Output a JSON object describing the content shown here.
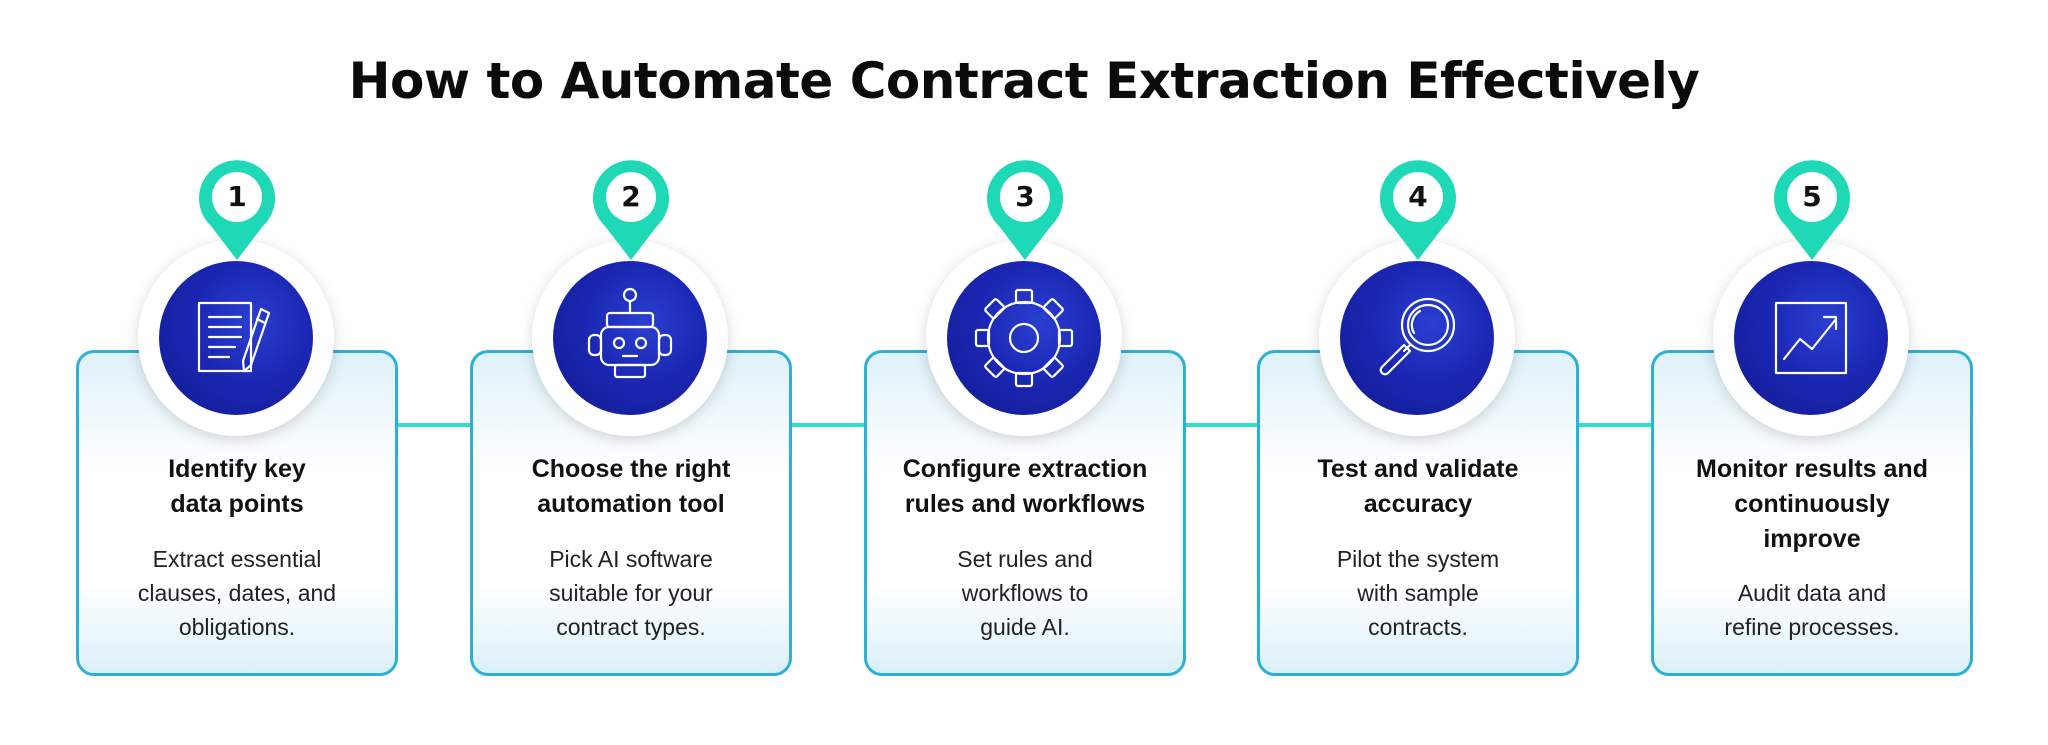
{
  "title": "How to Automate Contract Extraction Effectively",
  "colors": {
    "accent_teal": "#1fd8b6",
    "card_border": "#2bb1d6",
    "circle_blue": "#1b27b3",
    "arrow": "#2ee0c4"
  },
  "steps": [
    {
      "number": "1",
      "icon": "document-pen-icon",
      "title_lines": [
        "Identify key",
        "data points"
      ],
      "desc_lines": [
        "Extract essential",
        "clauses, dates, and",
        "obligations."
      ]
    },
    {
      "number": "2",
      "icon": "robot-icon",
      "title_lines": [
        "Choose the right",
        "automation tool"
      ],
      "desc_lines": [
        "Pick AI software",
        "suitable for your",
        "contract types."
      ]
    },
    {
      "number": "3",
      "icon": "gear-icon",
      "title_lines": [
        "Configure extraction",
        "rules and workflows"
      ],
      "desc_lines": [
        "Set rules and",
        "workflows to",
        "guide AI."
      ]
    },
    {
      "number": "4",
      "icon": "magnifier-icon",
      "title_lines": [
        "Test and validate",
        "accuracy"
      ],
      "desc_lines": [
        "Pilot the system",
        "with sample",
        "contracts."
      ]
    },
    {
      "number": "5",
      "icon": "growth-chart-icon",
      "title_lines": [
        "Monitor results and",
        "continuously",
        "improve"
      ],
      "desc_lines": [
        "Audit data and",
        "refine processes."
      ]
    }
  ]
}
